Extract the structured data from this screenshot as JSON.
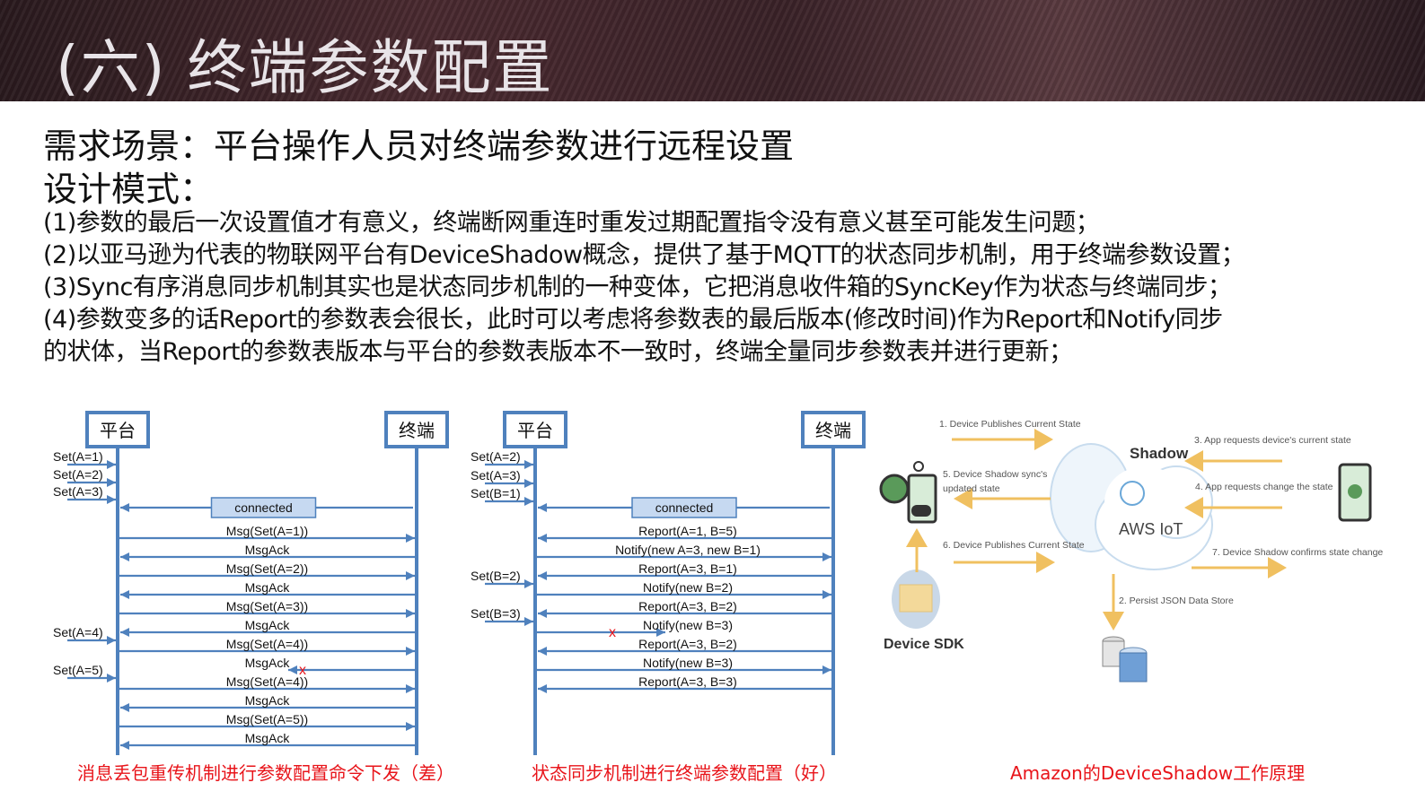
{
  "title": "(六) 终端参数配置",
  "heading1": "需求场景：平台操作人员对终端参数进行远程设置",
  "heading2": "设计模式：",
  "points": [
    "(1)参数的最后一次设置值才有意义，终端断网重连时重发过期配置指令没有意义甚至可能发生问题；",
    "(2)以亚马逊为代表的物联网平台有DeviceShadow概念，提供了基于MQTT的状态同步机制，用于终端参数设置；",
    "(3)Sync有序消息同步机制其实也是状态同步机制的一种变体，它把消息收件箱的SyncKey作为状态与终端同步；",
    "(4)参数变多的话Report的参数表会很长，此时可以考虑将参数表的最后版本(修改时间)作为Report和Notify同步",
    "的状体，当Report的参数表版本与平台的参数表版本不一致时，终端全量同步参数表并进行更新；"
  ],
  "colors": {
    "line": "#4f81bd",
    "caption": "#e8141a",
    "aws_arrow": "#f0c060"
  },
  "diagram1": {
    "platform": "平台",
    "terminal": "终端",
    "connected": "connected",
    "caption": "消息丢包重传机制进行参数配置命令下发（差）",
    "sets": [
      "Set(A=1)",
      "Set(A=2)",
      "Set(A=3)",
      "Set(A=4)",
      "Set(A=5)"
    ],
    "messages": [
      {
        "label": "Msg(Set(A=1))",
        "dir": "right"
      },
      {
        "label": "MsgAck",
        "dir": "left"
      },
      {
        "label": "Msg(Set(A=2))",
        "dir": "right"
      },
      {
        "label": "MsgAck",
        "dir": "left"
      },
      {
        "label": "Msg(Set(A=3))",
        "dir": "right"
      },
      {
        "label": "MsgAck",
        "dir": "left"
      },
      {
        "label": "Msg(Set(A=4))",
        "dir": "right"
      },
      {
        "label": "MsgAck",
        "dir": "left",
        "lost": true
      },
      {
        "label": "Msg(Set(A=4))",
        "dir": "right"
      },
      {
        "label": "MsgAck",
        "dir": "left"
      },
      {
        "label": "Msg(Set(A=5))",
        "dir": "right"
      },
      {
        "label": "MsgAck",
        "dir": "left"
      }
    ]
  },
  "diagram2": {
    "platform": "平台",
    "terminal": "终端",
    "connected": "connected",
    "caption": "状态同步机制进行终端参数配置（好）",
    "sets": [
      "Set(A=2)",
      "Set(A=3)",
      "Set(B=1)",
      "Set(B=2)",
      "Set(B=3)"
    ],
    "messages": [
      {
        "label": "Report(A=1, B=5)",
        "dir": "left"
      },
      {
        "label": "Notify(new A=3, new B=1)",
        "dir": "right"
      },
      {
        "label": "Report(A=3, B=1)",
        "dir": "left"
      },
      {
        "label": "Notify(new B=2)",
        "dir": "right"
      },
      {
        "label": "Report(A=3, B=2)",
        "dir": "left"
      },
      {
        "label": "Notify(new B=3)",
        "dir": "right",
        "lost": true
      },
      {
        "label": "Report(A=3, B=2)",
        "dir": "left"
      },
      {
        "label": "Notify(new B=3)",
        "dir": "right"
      },
      {
        "label": "Report(A=3, B=3)",
        "dir": "left"
      }
    ]
  },
  "aws": {
    "step1": "1. Device Publishes Current State",
    "step2": "2. Persist JSON Data Store",
    "step3": "3. App requests device's current state",
    "step4": "4. App requests change the state",
    "step5a": "5. Device Shadow sync's",
    "step5b": "updated state",
    "step6": "6. Device Publishes Current State",
    "step7": "7. Device Shadow confirms state change",
    "shadow": "Shadow",
    "awsiot": "AWS IoT",
    "sdk": "Device SDK",
    "caption": "Amazon的DeviceShadow工作原理"
  }
}
